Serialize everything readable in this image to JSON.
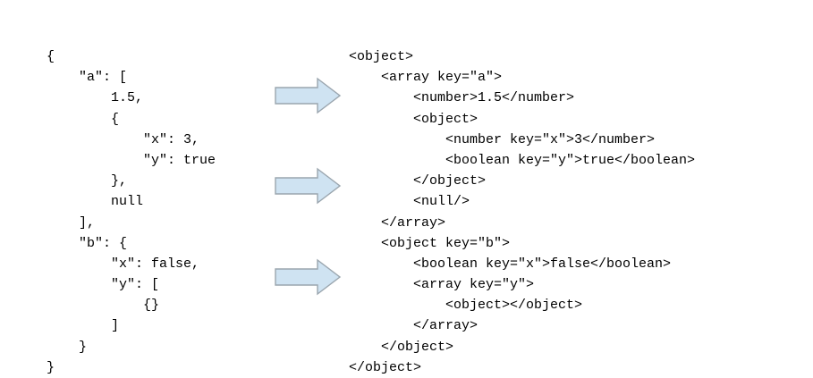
{
  "figure": {
    "name": "json-to-xml-mapping",
    "background_color": "#ffffff",
    "text_color": "#000000"
  },
  "json_pane": {
    "name": "json-source",
    "language": "json",
    "lines": [
      "{",
      "    \"a\": [",
      "        1.5,",
      "        {",
      "            \"x\": 3,",
      "            \"y\": true",
      "        },",
      "        null",
      "    ],",
      "    \"b\": {",
      "        \"x\": false,",
      "        \"y\": [",
      "            {}",
      "        ]",
      "    }",
      "}"
    ]
  },
  "xml_pane": {
    "name": "xml-result",
    "language": "xml",
    "lines": [
      "<object>",
      "    <array key=\"a\">",
      "        <number>1.5</number>",
      "        <object>",
      "            <number key=\"x\">3</number>",
      "            <boolean key=\"y\">true</boolean>",
      "        </object>",
      "        <null/>",
      "    </array>",
      "    <object key=\"b\">",
      "        <boolean key=\"x\">false</boolean>",
      "        <array key=\"y\">",
      "            <object></object>",
      "        </array>",
      "    </object>",
      "</object>"
    ]
  },
  "arrows": {
    "name": "transform-arrows",
    "count": 3,
    "direction": "right",
    "fill_color": "#cfe3f2",
    "stroke_color": "#9aa5ae",
    "items": [
      {
        "id": "arrow-1",
        "label": ""
      },
      {
        "id": "arrow-2",
        "label": ""
      },
      {
        "id": "arrow-3",
        "label": ""
      }
    ]
  }
}
